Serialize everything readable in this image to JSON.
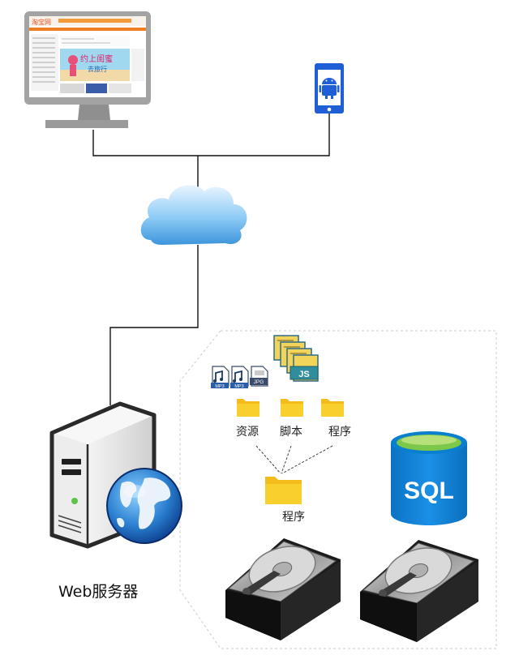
{
  "labels": {
    "folder_resources": "资源",
    "folder_scripts": "脚本",
    "folder_programs": "程序",
    "merged_folder": "程序",
    "web_server": "Web服务器",
    "sql": "SQL",
    "js_badge": "JS",
    "mp3_badge": "MP3",
    "jpg_badge": "JPG"
  },
  "monitor_screen_text": {
    "site_logo": "淘宝网",
    "banner_line1": "约上闺蜜",
    "banner_line2": "去旅行"
  },
  "colors": {
    "line": "#111111",
    "dashed_border": "#c8c8c8",
    "cloud_blue": "#4fa3e0",
    "phone_blue": "#1f5fd6",
    "folder_yellow": "#f5c518",
    "sql_blue": "#0a84d8",
    "sql_green": "#7cc84a",
    "monitor_gray": "#9a9a9a"
  },
  "icons": [
    "desktop-monitor-icon",
    "android-phone-icon",
    "cloud-icon",
    "web-server-icon",
    "globe-icon",
    "mp3-file-icon",
    "jpg-file-icon",
    "js-file-stack-icon",
    "folder-icon",
    "sql-database-icon",
    "hard-drive-icon"
  ]
}
